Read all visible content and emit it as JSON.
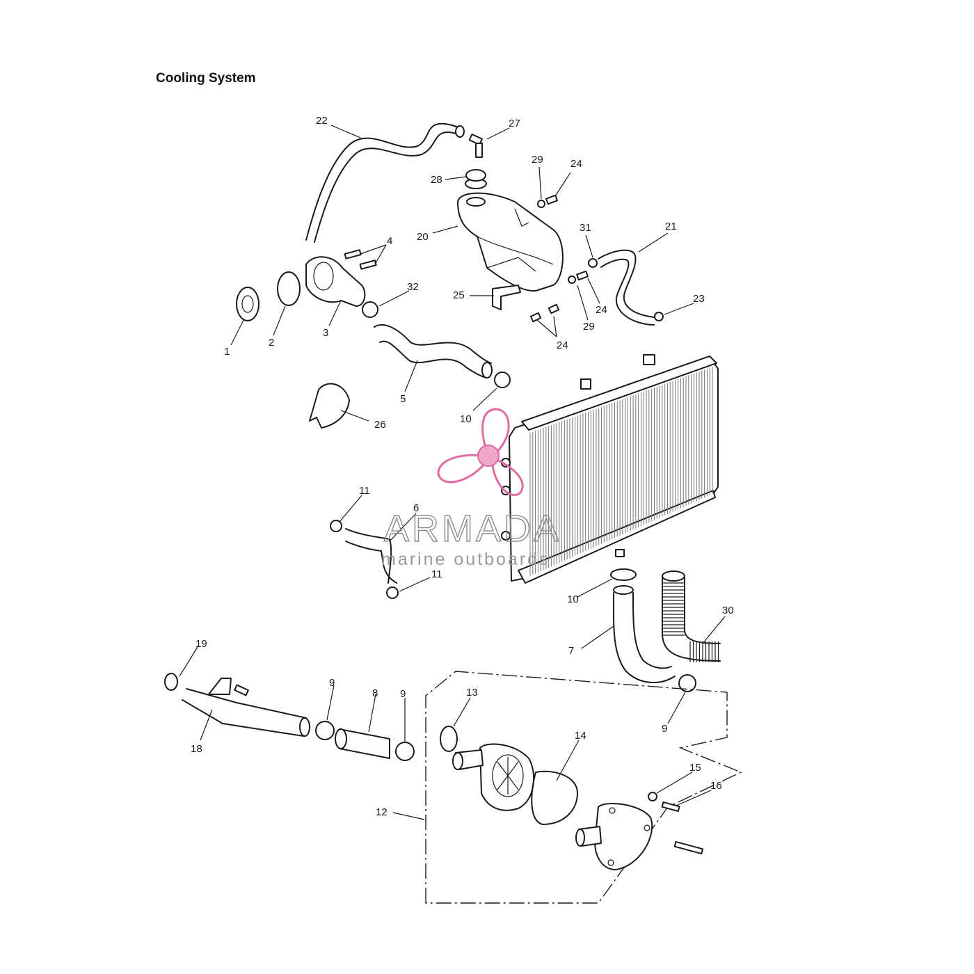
{
  "title": "Cooling System",
  "watermark": {
    "brand": "ARMADA",
    "tagline": "marine outboards",
    "accent_color": "#e06aa3"
  },
  "callouts": [
    "1",
    "2",
    "3",
    "4",
    "5",
    "6",
    "7",
    "8",
    "9",
    "9",
    "9",
    "10",
    "10",
    "11",
    "11",
    "12",
    "13",
    "14",
    "15",
    "16",
    "18",
    "19",
    "20",
    "21",
    "22",
    "23",
    "24",
    "24",
    "24",
    "25",
    "26",
    "27",
    "28",
    "29",
    "29",
    "30",
    "31",
    "32"
  ],
  "colors": {
    "line": "#1a1a1a",
    "background": "#ffffff"
  }
}
